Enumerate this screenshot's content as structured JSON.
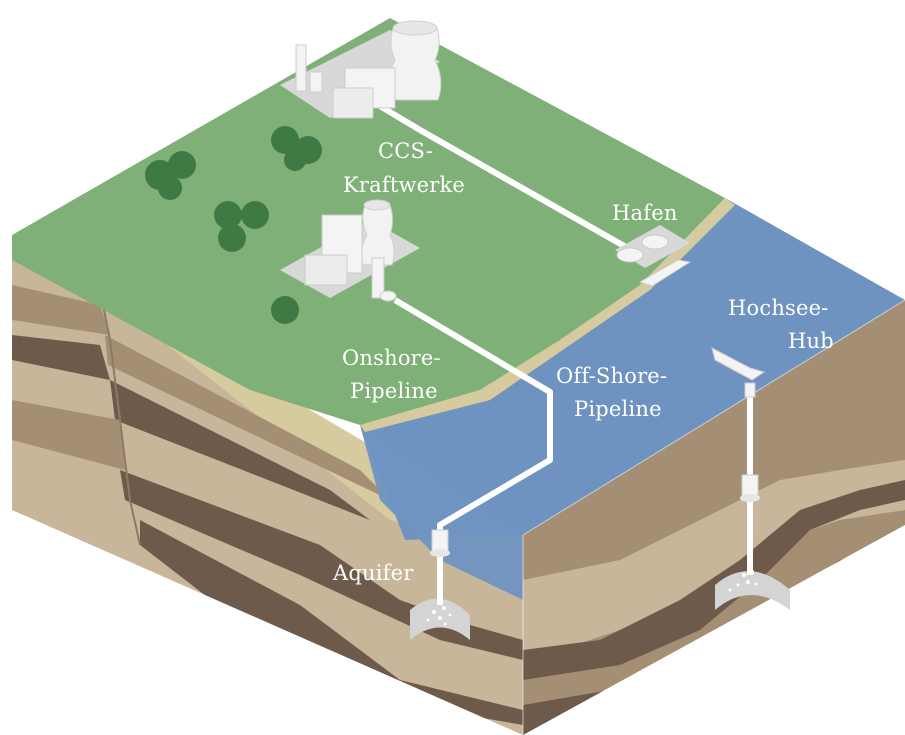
{
  "labels": {
    "ccs_line1": "CCS-",
    "ccs_line2": "Kraftwerke",
    "port": "Hafen",
    "hub_line1": "Hochsee-",
    "hub_line2": "Hub",
    "onshore_line1": "Onshore-",
    "onshore_line2": "Pipeline",
    "offshore_line1": "Off-Shore-",
    "offshore_line2": "Pipeline",
    "aquifer": "Aquifer"
  },
  "colors": {
    "land": "#7fb077",
    "sea": "#6f93c1",
    "beach": "#d6cb9e",
    "soil_light": "#c8b69a",
    "soil_mid": "#a58f74",
    "soil_dark": "#6d5a4b",
    "rock_cap": "#d4d4d4",
    "pipeline": "#ffffff"
  },
  "icons": [
    "power-plant-icon",
    "cooling-tower-icon",
    "tree-icon",
    "ship-icon",
    "storage-tank-icon",
    "injection-wellhead-icon"
  ]
}
